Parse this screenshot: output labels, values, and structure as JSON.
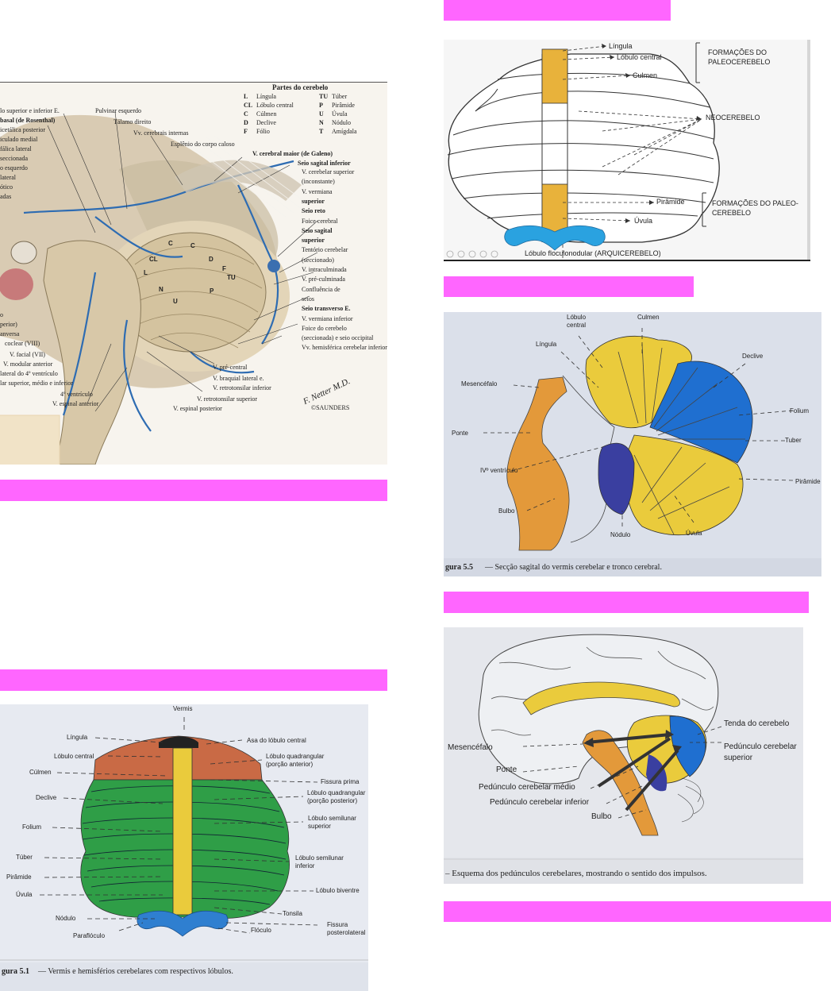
{
  "netter": {
    "title": "Partes do cerebelo",
    "legend": [
      {
        "abbr": "L",
        "name": "Língula"
      },
      {
        "abbr": "CL",
        "name": "Lóbulo central"
      },
      {
        "abbr": "C",
        "name": "Cúlmen"
      },
      {
        "abbr": "D",
        "name": "Declive"
      },
      {
        "abbr": "F",
        "name": "Fólio"
      },
      {
        "abbr": "TU",
        "name": "Túber"
      },
      {
        "abbr": "P",
        "name": "Pirâmide"
      },
      {
        "abbr": "U",
        "name": "Úvula"
      },
      {
        "abbr": "N",
        "name": "Nódulo"
      },
      {
        "abbr": "T",
        "name": "Amígdala"
      }
    ],
    "top_labels": [
      "Pulvinar esquerdo",
      "Tálamo direito",
      "Vv. cerebrais internas",
      "Esplênio do corpo caloso",
      "V. cerebral maior (de Galeno)",
      "Seio sagital inferior"
    ],
    "left_labels": [
      "lo superior e inferior E.",
      "basal (de Rosenthal)",
      "icetálica posterior",
      "iculado medial",
      "fálica lateral",
      "seccionada",
      "o esquerdo",
      "lateral",
      "ótico",
      "adas"
    ],
    "right_labels": [
      "V. cerebelar superior",
      "(inconstante)",
      "V. vermiana",
      "superior",
      "Seio reto",
      "Foice cerebral",
      "Seio sagital",
      "superior",
      "Tentório cerebelar",
      "(seccionado)",
      "V. intraculminada",
      "V. pré-culminada",
      "Confluência de",
      "seios",
      "Seio transverso E.",
      "V. vermiana inferior",
      "Foice do cerebelo",
      "(seccionada) e seio occipital",
      "Vv. hemisférica cerebelar inferior"
    ],
    "bottom_labels": [
      "o",
      "perior)",
      "anversa",
      "coclear (VIII)",
      "V. facial (VII)",
      "V. modular anterior",
      "lateral do 4º ventrículo",
      "lar superior, médio e inferior",
      "4º ventrículo",
      "V. espinal anterior",
      "V. pré-central",
      "V. braquial lateral e.",
      "V. retrotonsilar inferior",
      "V. retrotonsilar superior",
      "V. espinal posterior"
    ],
    "sig": "F. Netter M.D.",
    "publisher": "©SAUNDERS"
  },
  "diagram1": {
    "labels": {
      "lingula": "Língula",
      "lobulo_central": "Lóbulo central",
      "culmen": "Culmen",
      "paleo_top": [
        "FORMAÇÕES DO",
        "PALEOCEREBELO"
      ],
      "neo": "NEOCEREBELO",
      "piramide": "Pirâmide",
      "uvula": "Úvula",
      "paleo_bottom": [
        "FORMAÇÕES DO PALEO-",
        "CEREBELO"
      ],
      "floculo": "Lóbulo floculonodular (ARQUICEREBELO)"
    }
  },
  "diagram2": {
    "labels": {
      "lobulo_central": [
        "Lóbulo",
        "central"
      ],
      "culmen": "Culmen",
      "lingula": "Língula",
      "declive": "Declive",
      "mesencefalo": "Mesencéfalo",
      "folium": "Folium",
      "ponte": "Ponte",
      "tuber": "Tuber",
      "ventriculo": "IVº ventrículo",
      "piramide": "Pirâmide",
      "bulbo": "Bulbo",
      "nodulo": "Nódulo",
      "uvula": "Úvula"
    },
    "caption_prefix": "gura 5.5",
    "caption": "— Secção sagital do vermis cerebelar e tronco cerebral."
  },
  "diagram3": {
    "labels": {
      "vermis": "Vermis",
      "lingula": "Língula",
      "asa": "Asa do lóbulo central",
      "lobulo_central": "Lóbulo central",
      "quad_ant": [
        "Lóbulo quadrangular",
        "(porção anterior)"
      ],
      "culmen": "Cúlmen",
      "fissura_prima": "Fissura prima",
      "declive": "Declive",
      "quad_post": [
        "Lóbulo quadrangular",
        "(porção posterior)"
      ],
      "folium": "Folium",
      "semilunar_sup": [
        "Lóbulo semilunar",
        "superior"
      ],
      "tuber": "Túber",
      "semilunar_inf": [
        "Lóbulo semilunar",
        "inferior"
      ],
      "piramide": "Pirâmide",
      "uvula": "Úvula",
      "biventre": "Lóbulo biventre",
      "tonsila": "Tonsila",
      "nodulo": "Nódulo",
      "fissura_post": [
        "Fissura",
        "posterolateral"
      ],
      "paraflo": "Paraflóculo",
      "floculo": "Flóculo"
    },
    "caption_prefix": "gura 5.1",
    "caption": "— Vermis e hemisférios cerebelares com respectivos lóbulos."
  },
  "diagram4": {
    "labels": {
      "tenda": "Tenda do cerebelo",
      "mesencefalo": "Mesencéfalo",
      "pedunculo_sup": [
        "Pedúnculo cerebelar",
        "superior"
      ],
      "ponte": "Ponte",
      "pedunculo_medio": "Pedúnculo cerebelar médio",
      "pedunculo_inf": "Pedúnculo cerebelar inferior",
      "bulbo": "Bulbo"
    },
    "caption": "– Esquema dos pedúnculos cerebelares, mostrando o sentido dos impulsos."
  },
  "colors": {
    "bar": "#ff66ff",
    "yellow": "#e8c62c",
    "blue": "#1c6fd0",
    "navy": "#3a3fa0",
    "orange": "#e3993a",
    "green": "#2f9e47",
    "red": "#c45f3a",
    "sky": "#2f96d8"
  }
}
